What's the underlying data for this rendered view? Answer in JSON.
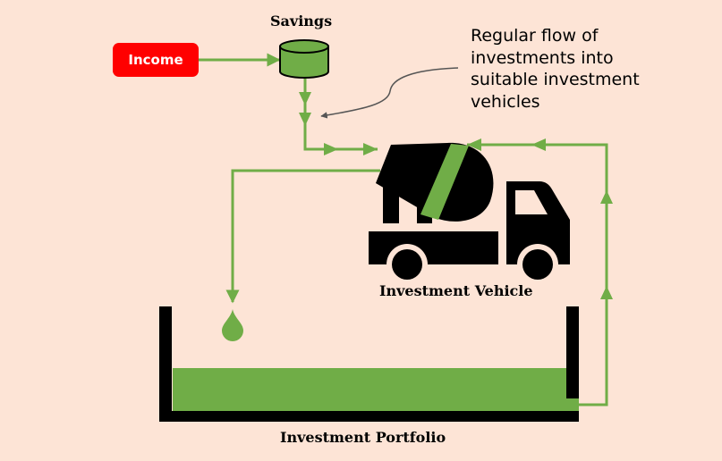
{
  "income": {
    "label": "Income"
  },
  "savings": {
    "label": "Savings"
  },
  "callout": {
    "text": "Regular flow of investments into suitable investment vehicles"
  },
  "vehicle": {
    "label": "Investment Vehicle"
  },
  "portfolio": {
    "label": "Investment Portfolio"
  },
  "colors": {
    "background": "#fde4d6",
    "flow": "#70ad47",
    "income": "#ff0000",
    "ink": "#000000"
  },
  "icons": [
    "cylinder-icon",
    "cement-mixer-truck-icon",
    "droplet-icon",
    "container-icon"
  ]
}
